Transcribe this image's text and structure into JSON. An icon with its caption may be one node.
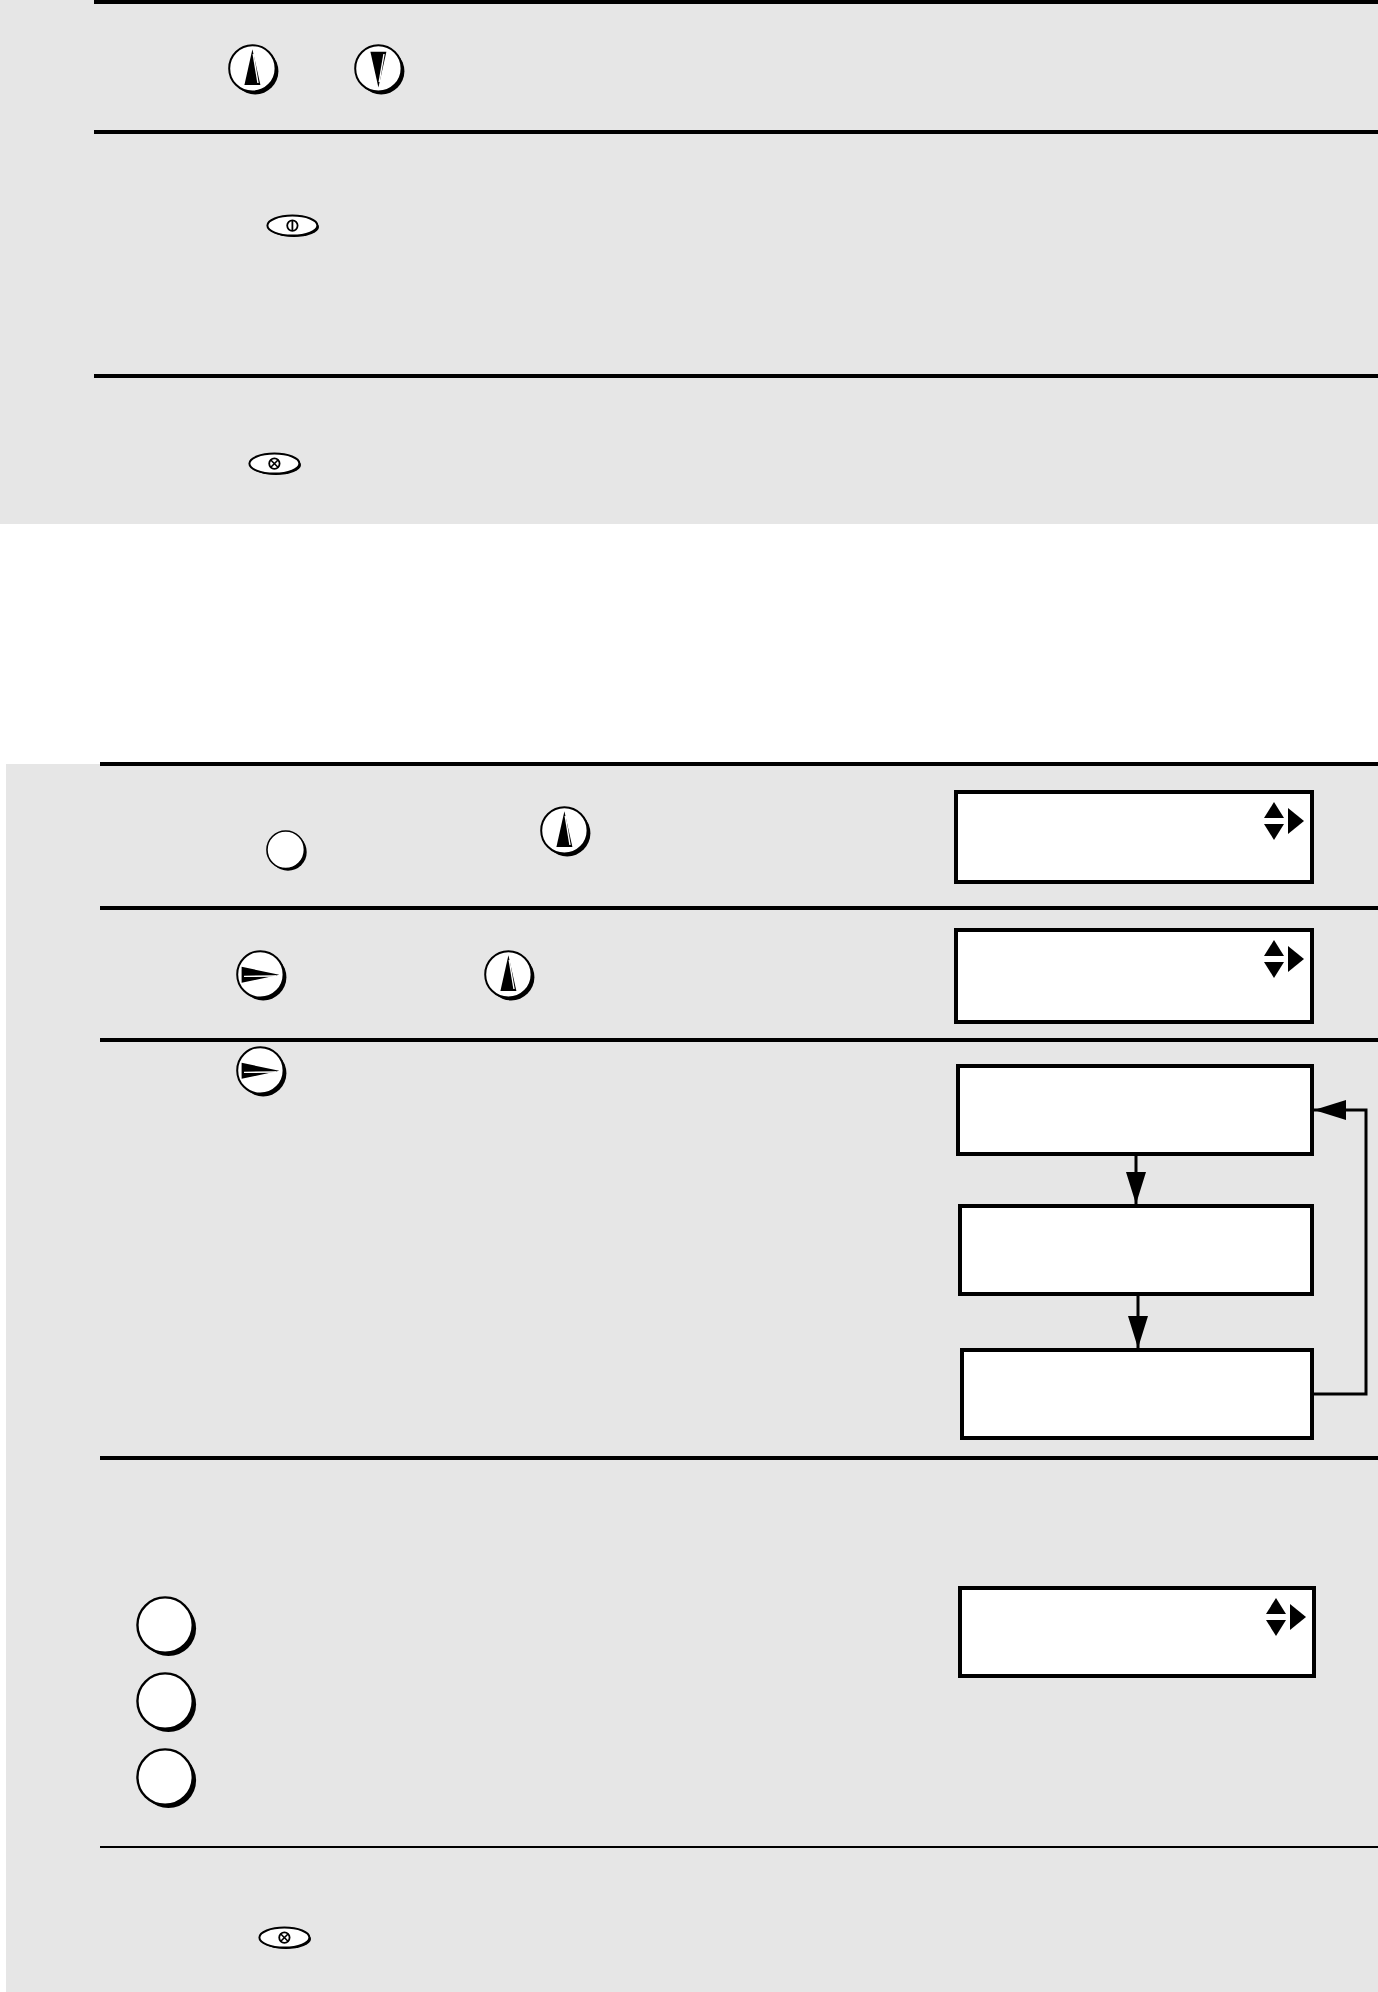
{
  "diagram": {
    "nodes": [
      {
        "text": [],
        "shape": "box"
      },
      {
        "text": [],
        "shape": "box"
      },
      {
        "text": [],
        "shape": "box"
      },
      {
        "text": [],
        "shape": "box"
      },
      {
        "text": [],
        "shape": "box"
      },
      {
        "text": [],
        "shape": "box"
      }
    ],
    "edges": [
      {
        "from": 2,
        "to": 3,
        "arrow": "to"
      },
      {
        "from": 3,
        "to": 4,
        "arrow": "to"
      },
      {
        "from": 4,
        "to": 2,
        "arrow": "to"
      }
    ]
  }
}
